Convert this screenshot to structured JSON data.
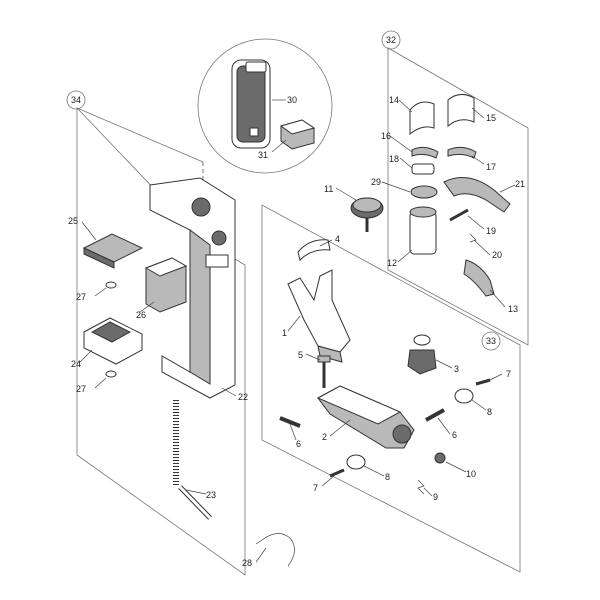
{
  "groups": {
    "g32": "32",
    "g33": "33",
    "g34": "34"
  },
  "labels": {
    "l1": "1",
    "l2": "2",
    "l3": "3",
    "l4": "4",
    "l5": "5",
    "l6a": "6",
    "l6b": "6",
    "l7a": "7",
    "l7b": "7",
    "l8a": "8",
    "l8b": "8",
    "l9": "9",
    "l10": "10",
    "l11": "11",
    "l12": "12",
    "l13": "13",
    "l14": "14",
    "l15": "15",
    "l16": "16",
    "l17": "17",
    "l18": "18",
    "l19": "19",
    "l20": "20",
    "l21": "21",
    "l22": "22",
    "l23": "23",
    "l24": "24",
    "l25": "25",
    "l26": "26",
    "l27a": "27",
    "l27b": "27",
    "l28": "28",
    "l29": "29",
    "l30": "30",
    "l31": "31"
  }
}
